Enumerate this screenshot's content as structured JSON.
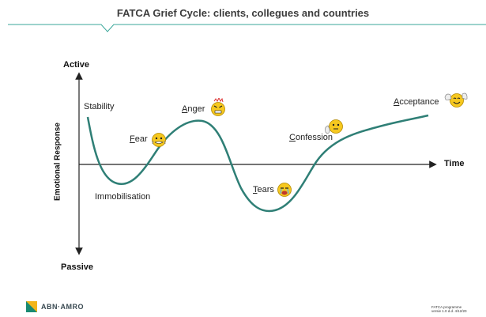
{
  "header": {
    "title": "FATCA Grief Cycle: clients, collegues and countries"
  },
  "axes": {
    "y_top": "Active",
    "y_bottom": "Passive",
    "y_label": "Emotional Response",
    "x_label": "Time"
  },
  "stages": {
    "stability": {
      "label": "Stability"
    },
    "fear": {
      "first": "F",
      "rest": "ear",
      "icon": "scared-smiley-icon"
    },
    "anger": {
      "first": "A",
      "rest": "nger",
      "icon": "angry-smiley-icon"
    },
    "immobilisation": {
      "label": "Immobilisation"
    },
    "tears": {
      "first": "T",
      "rest": "ears",
      "icon": "crying-smiley-icon"
    },
    "confession": {
      "first": "C",
      "rest": "onfession",
      "icon": "thinking-smiley-icon"
    },
    "acceptance": {
      "first": "A",
      "rest": "cceptance",
      "icon": "waving-smiley-icon"
    }
  },
  "colors": {
    "curve": "#2f7f76",
    "rule": "#3aa79a",
    "logo_green": "#1a8a72",
    "logo_gold": "#f2b51b",
    "smiley": "#f6c81f"
  },
  "footer": {
    "logo_text": "ABN·AMRO",
    "note_line1": "FATCA programme",
    "note_line2": "versie 1.0 d.d. 4/12/20"
  }
}
